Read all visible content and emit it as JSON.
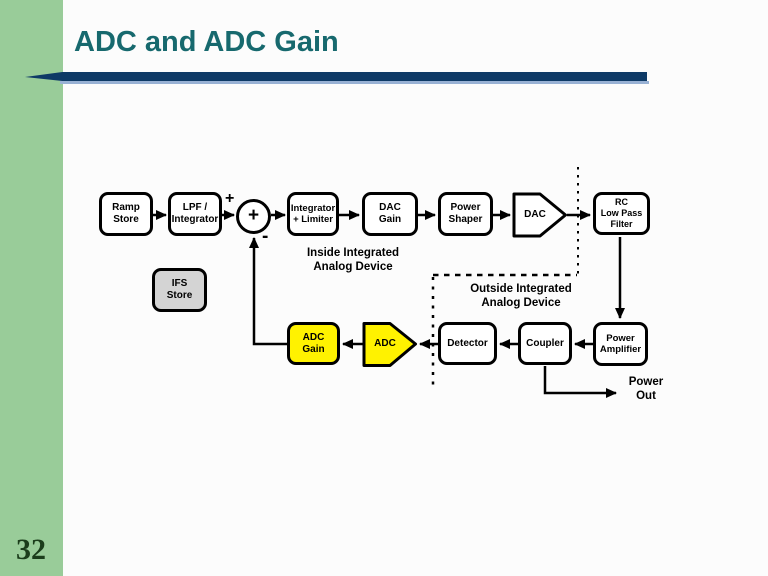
{
  "slide": {
    "title": "ADC and ADC Gain",
    "page_number": "32",
    "colors": {
      "stripe_green": "#99CC99",
      "title_teal": "#17696E",
      "rule_navy": "#0E3A66",
      "highlight_yellow": "#FFF200",
      "store_gray": "#D4D4D4"
    }
  },
  "diagram": {
    "nodes": {
      "ramp_store": "Ramp\nStore",
      "lpf_integrator": "LPF /\nIntegrator",
      "sum_junction": "+",
      "integrator_limiter": "Integrator\n+ Limiter",
      "dac_gain": "DAC\nGain",
      "power_shaper": "Power\nShaper",
      "dac": "DAC",
      "rc_low_pass_filter": "RC\nLow Pass\nFilter",
      "ifs_store": "IFS\nStore",
      "adc_gain": "ADC\nGain",
      "adc": "ADC",
      "detector": "Detector",
      "coupler": "Coupler",
      "power_amplifier": "Power\nAmplifier"
    },
    "labels": {
      "sum_input_plus": "+",
      "sum_feedback_minus": "-",
      "inside_region": "Inside Integrated\nAnalog Device",
      "outside_region": "Outside Integrated\nAnalog Device",
      "power_out": "Power\nOut"
    }
  }
}
